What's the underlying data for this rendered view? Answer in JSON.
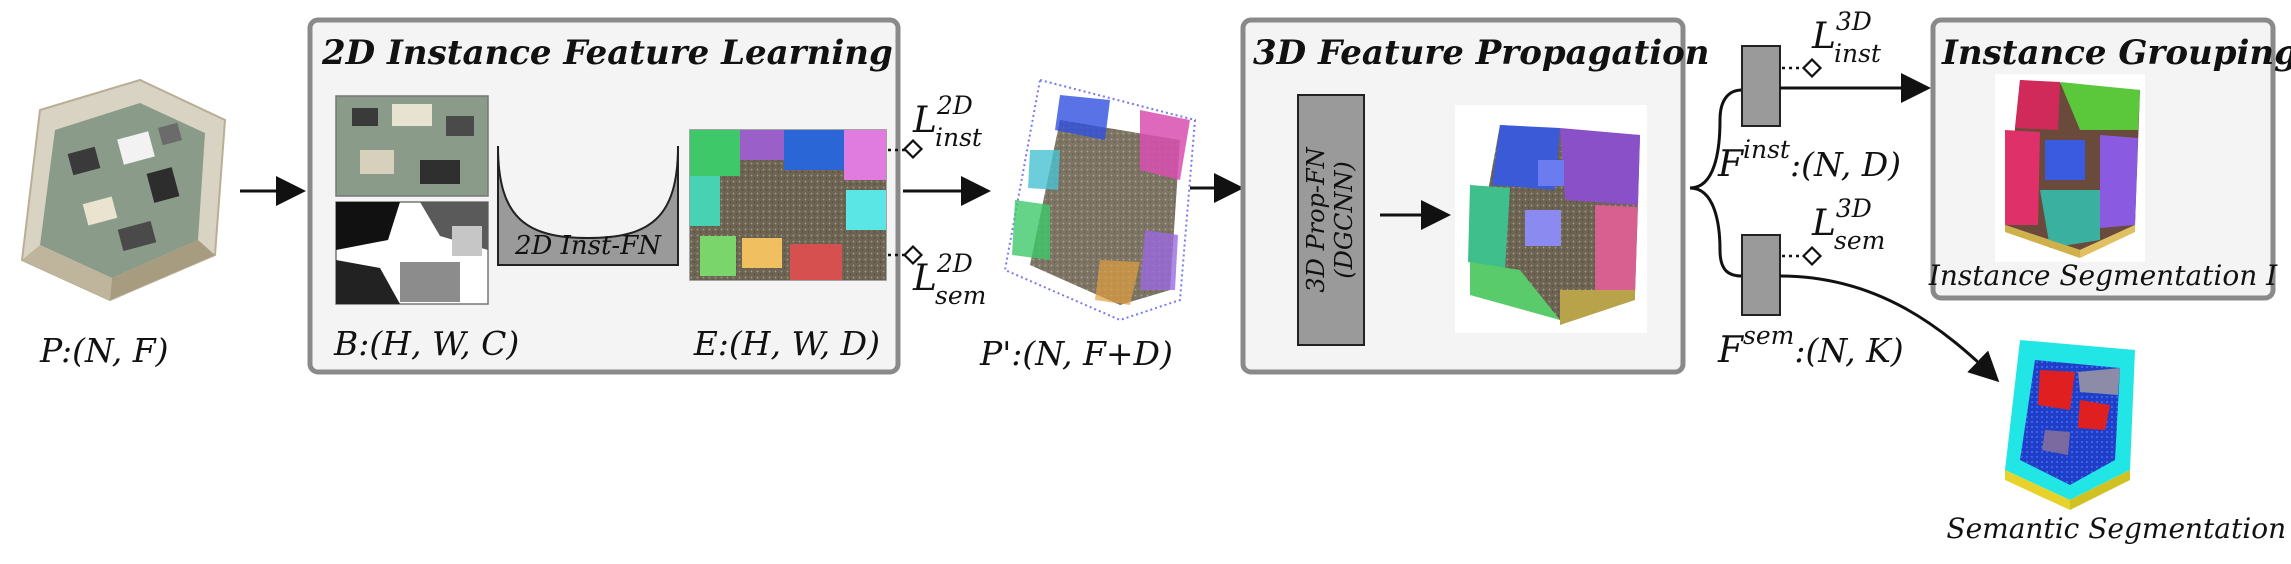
{
  "input": {
    "label": "P:(N, F)"
  },
  "panel_2d": {
    "title": "2D Instance Feature Learning",
    "network_label": "2D Inst-FN",
    "left_caption": "B:(H, W, C)",
    "right_caption": "E:(H, W, D)"
  },
  "loss_2d": {
    "inst": {
      "base": "L",
      "sup": "2D",
      "sub": "inst"
    },
    "sem": {
      "base": "L",
      "sup": "2D",
      "sub": "sem"
    }
  },
  "intermediate": {
    "label": "P':(N, F+D)"
  },
  "panel_3d": {
    "title": "3D Feature Propagation",
    "network_line1": "3D Prop-FN",
    "network_line2": "(DGCNN)"
  },
  "loss_3d": {
    "inst": {
      "base": "L",
      "sup": "3D",
      "sub": "inst"
    },
    "sem": {
      "base": "L",
      "sup": "3D",
      "sub": "sem"
    }
  },
  "features": {
    "inst": {
      "base": "F",
      "sup": "inst",
      "tail": ":(N, D)"
    },
    "sem": {
      "base": "F",
      "sup": "sem",
      "tail": ":(N, K)"
    }
  },
  "panel_group": {
    "title": "Instance Grouping",
    "caption": "Instance Segmentation I"
  },
  "semantic": {
    "caption": "Semantic Segmentation L"
  },
  "colors": {
    "panel_fill": "#f4f4f4",
    "panel_border": "#8a8a8a",
    "block_gray": "#9a9a9a",
    "floor_green": "#8a9b8a"
  }
}
